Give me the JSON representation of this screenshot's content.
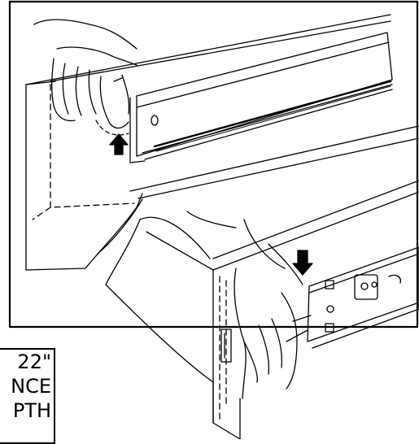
{
  "callout": {
    "line1": "22\"",
    "line2": "NCE",
    "line3": "PTH"
  },
  "colors": {
    "ink": "#000000",
    "paper": "#ffffff"
  },
  "icons": {
    "up_arrow": "arrow-up-icon",
    "down_arrow": "arrow-down-icon"
  }
}
